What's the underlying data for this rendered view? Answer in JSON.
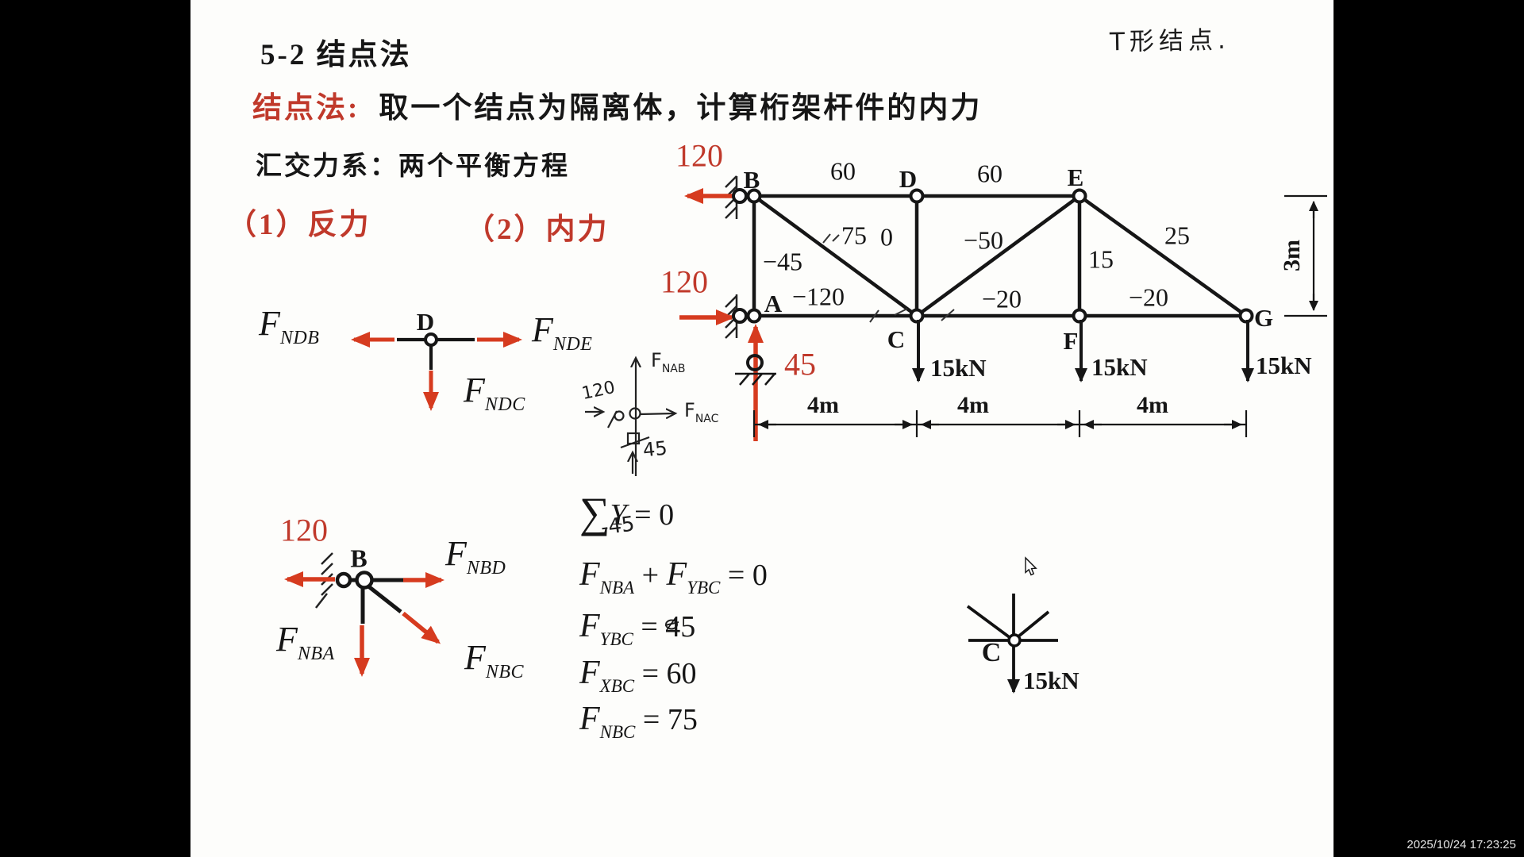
{
  "page": {
    "title": "5-2  结点法",
    "def_label": "结点法:",
    "def_text": "取一个结点为隔离体，计算桁架杆件的内力",
    "line2": "汇交力系：两个平衡方程",
    "item1": "（1）反力",
    "item2": "（2）内力",
    "handwritten_note": "T形结点.",
    "timestamp": "2025/10/24 17:23:25"
  },
  "colors": {
    "ink": "#161616",
    "red_text": "#c0392b",
    "red_arrow": "#d63b1f",
    "paper": "#fdfdfb"
  },
  "truss": {
    "nodes": {
      "a": "A",
      "b": "B",
      "c": "C",
      "d": "D",
      "e": "E",
      "f": "F",
      "g": "G"
    },
    "forces": {
      "bd": "60",
      "de": "60",
      "ba": "−45",
      "bc": "75",
      "dc": "0",
      "ec": "−50",
      "ef": "15",
      "eg": "25",
      "ac": "−120",
      "cf": "−20",
      "fg": "−20"
    },
    "loads": {
      "c": "15kN",
      "f": "15kN",
      "g": "15kN"
    },
    "dims": {
      "s1": "4m",
      "s2": "4m",
      "s3": "4m",
      "h": "3m"
    },
    "reactions": {
      "b": "120",
      "a": "120",
      "v": "45"
    }
  },
  "joint_d": {
    "node": "D",
    "left": {
      "main": "F",
      "sub": "NDB"
    },
    "right": {
      "main": "F",
      "sub": "NDE"
    },
    "down": {
      "main": "F",
      "sub": "NDC"
    }
  },
  "joint_a_sketch": {
    "load_h": "120",
    "load_v": "45",
    "up": {
      "main": "F",
      "sub": "NAB"
    },
    "right": {
      "main": "F",
      "sub": "NAC"
    }
  },
  "joint_b": {
    "reaction": "120",
    "node": "B",
    "right": {
      "main": "F",
      "sub": "NBD"
    },
    "down": {
      "main": "F",
      "sub": "NBA"
    },
    "diag": {
      "main": "F",
      "sub": "NBC"
    }
  },
  "equations": {
    "eq1": {
      "sigma": "∑",
      "y": "Y",
      "rest": " = 0"
    },
    "eq2": {
      "annotation": "-45",
      "f1": "F",
      "s1": "NBA",
      "op": " + ",
      "f2": "F",
      "s2": "YBC",
      "rest": " = 0"
    },
    "eq3": {
      "f": "F",
      "s": "YBC",
      "rest": " = ",
      "val": "45"
    },
    "eq4": {
      "f": "F",
      "s": "XBC",
      "rest": " = ",
      "val": "60"
    },
    "eq5": {
      "f": "F",
      "s": "NBC",
      "rest": " = ",
      "val": "75"
    }
  },
  "joint_c_sketch": {
    "node": "C",
    "load": "15kN"
  }
}
